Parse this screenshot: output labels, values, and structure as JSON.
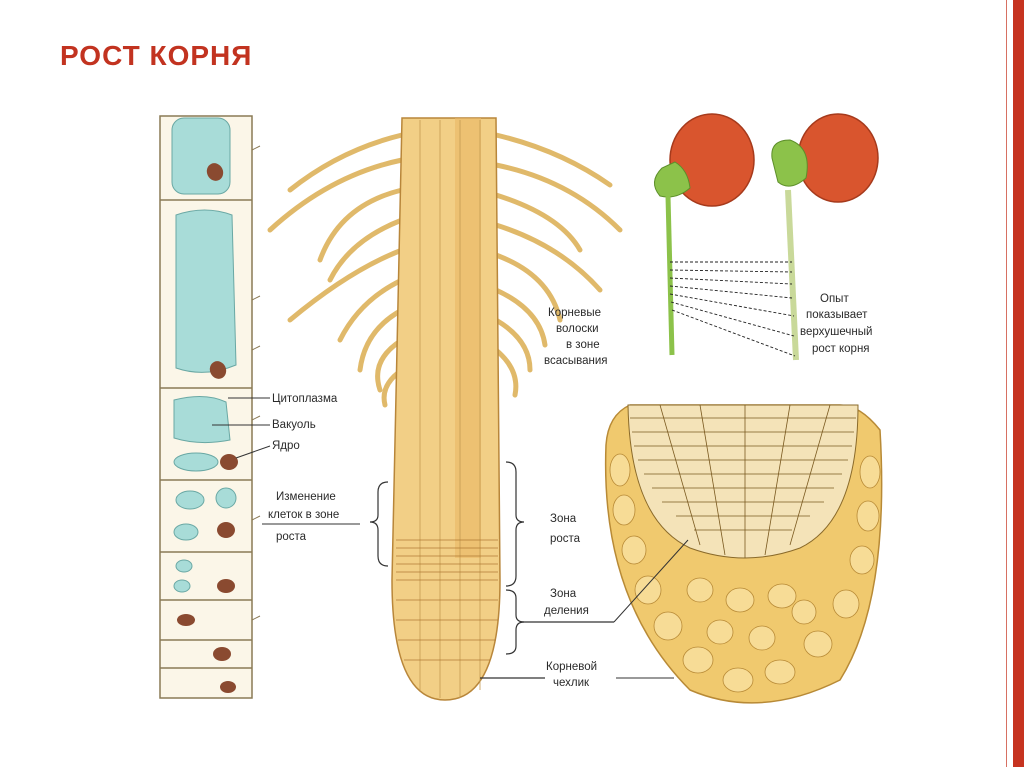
{
  "slide": {
    "title": "РОСТ КОРНЯ",
    "accent_color": "#c23320"
  },
  "cells_panel": {
    "labels": {
      "cytoplasm": "Цитоплазма",
      "vacuole": "Вакуоль",
      "nucleus": "Ядро",
      "change_line1": "Изменение",
      "change_line2": "клеток в зоне",
      "change_line3": "роста"
    }
  },
  "root_panel": {
    "labels": {
      "hairs_line1": "Корневые",
      "hairs_line2": "волоски",
      "hairs_line3": "в зоне",
      "hairs_line4": "всасывания",
      "growth_line1": "Зона",
      "growth_line2": "роста",
      "division_line1": "Зона",
      "division_line2": "деления",
      "cap_line1": "Корневой",
      "cap_line2": "чехлик"
    }
  },
  "experiment_panel": {
    "labels": {
      "line1": "Опыт",
      "line2": "показывает",
      "line3": "верхушечный",
      "line4": "рост корня"
    }
  },
  "colors": {
    "root_tissue": "#f2cf86",
    "root_outline": "#b8863a",
    "vacuole": "#a8dcd8",
    "nucleus": "#8a4a30",
    "seed": "#d9552e",
    "sprout": "#8cc24a"
  }
}
